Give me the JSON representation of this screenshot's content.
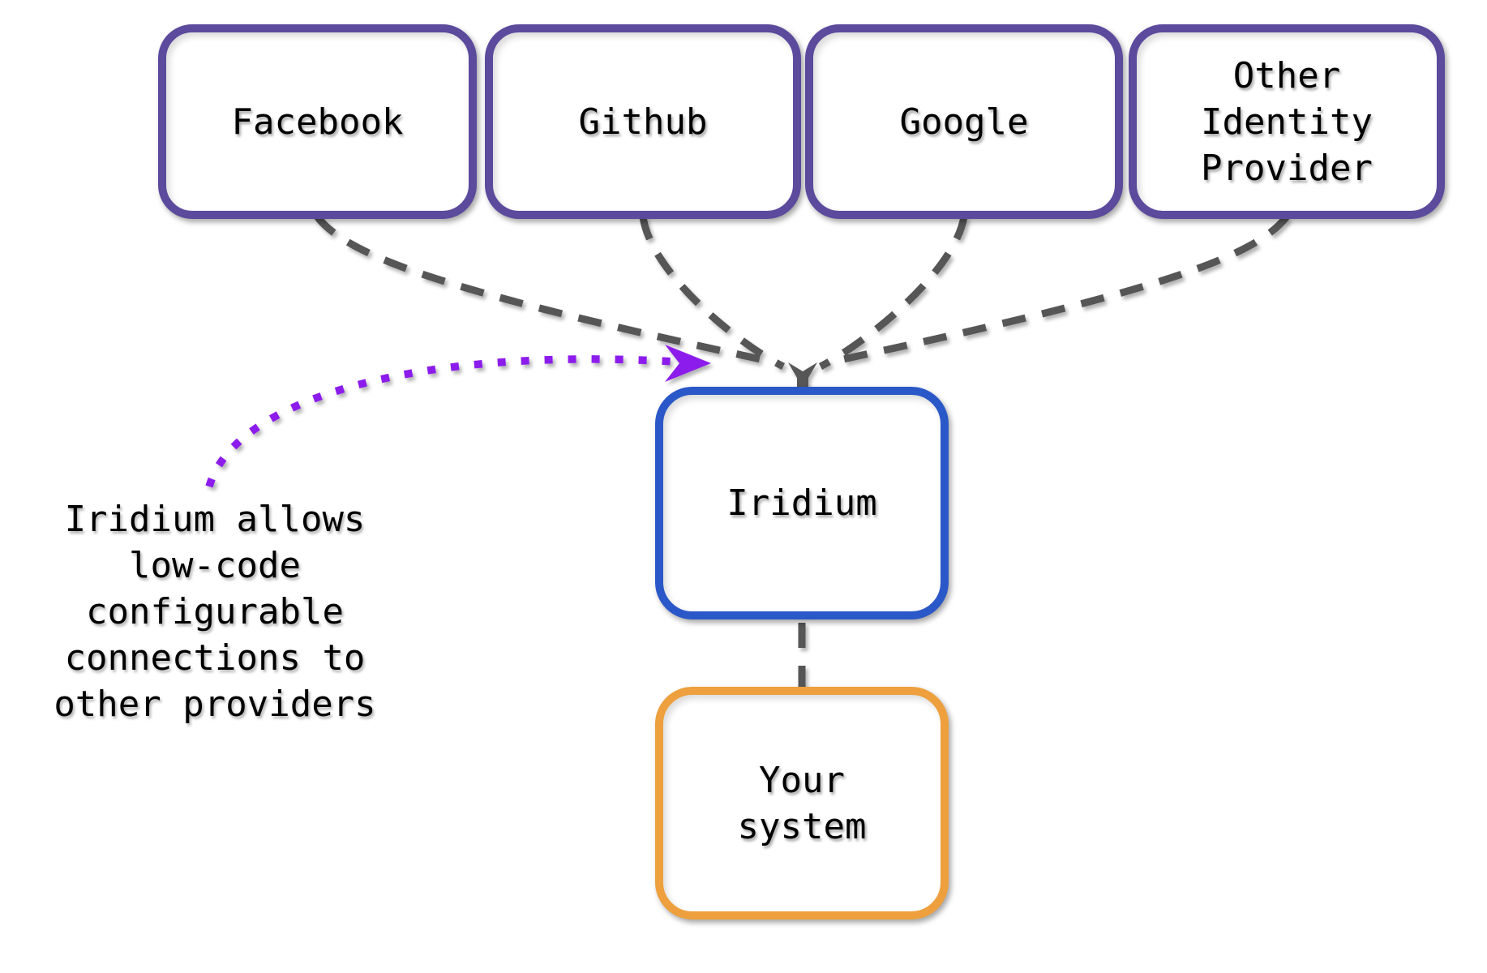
{
  "diagram": {
    "providers": [
      {
        "id": "facebook",
        "label": "Facebook"
      },
      {
        "id": "github",
        "label": "Github"
      },
      {
        "id": "google",
        "label": "Google"
      },
      {
        "id": "other",
        "label": "Other\nIdentity\nProvider"
      }
    ],
    "hub": {
      "label": "Iridium"
    },
    "system": {
      "label": "Your\nsystem"
    },
    "annotation": {
      "text": "Iridium allows\nlow-code\nconfigurable\nconnections to\nother providers"
    },
    "colors": {
      "provider_border": "#5C4A9D",
      "hub_border": "#2B58C8",
      "system_border": "#EDA03D",
      "edge_gray": "#575757",
      "annotation_purple": "#8C1EEB",
      "text": "#000000",
      "background": "#FFFFFF"
    }
  }
}
